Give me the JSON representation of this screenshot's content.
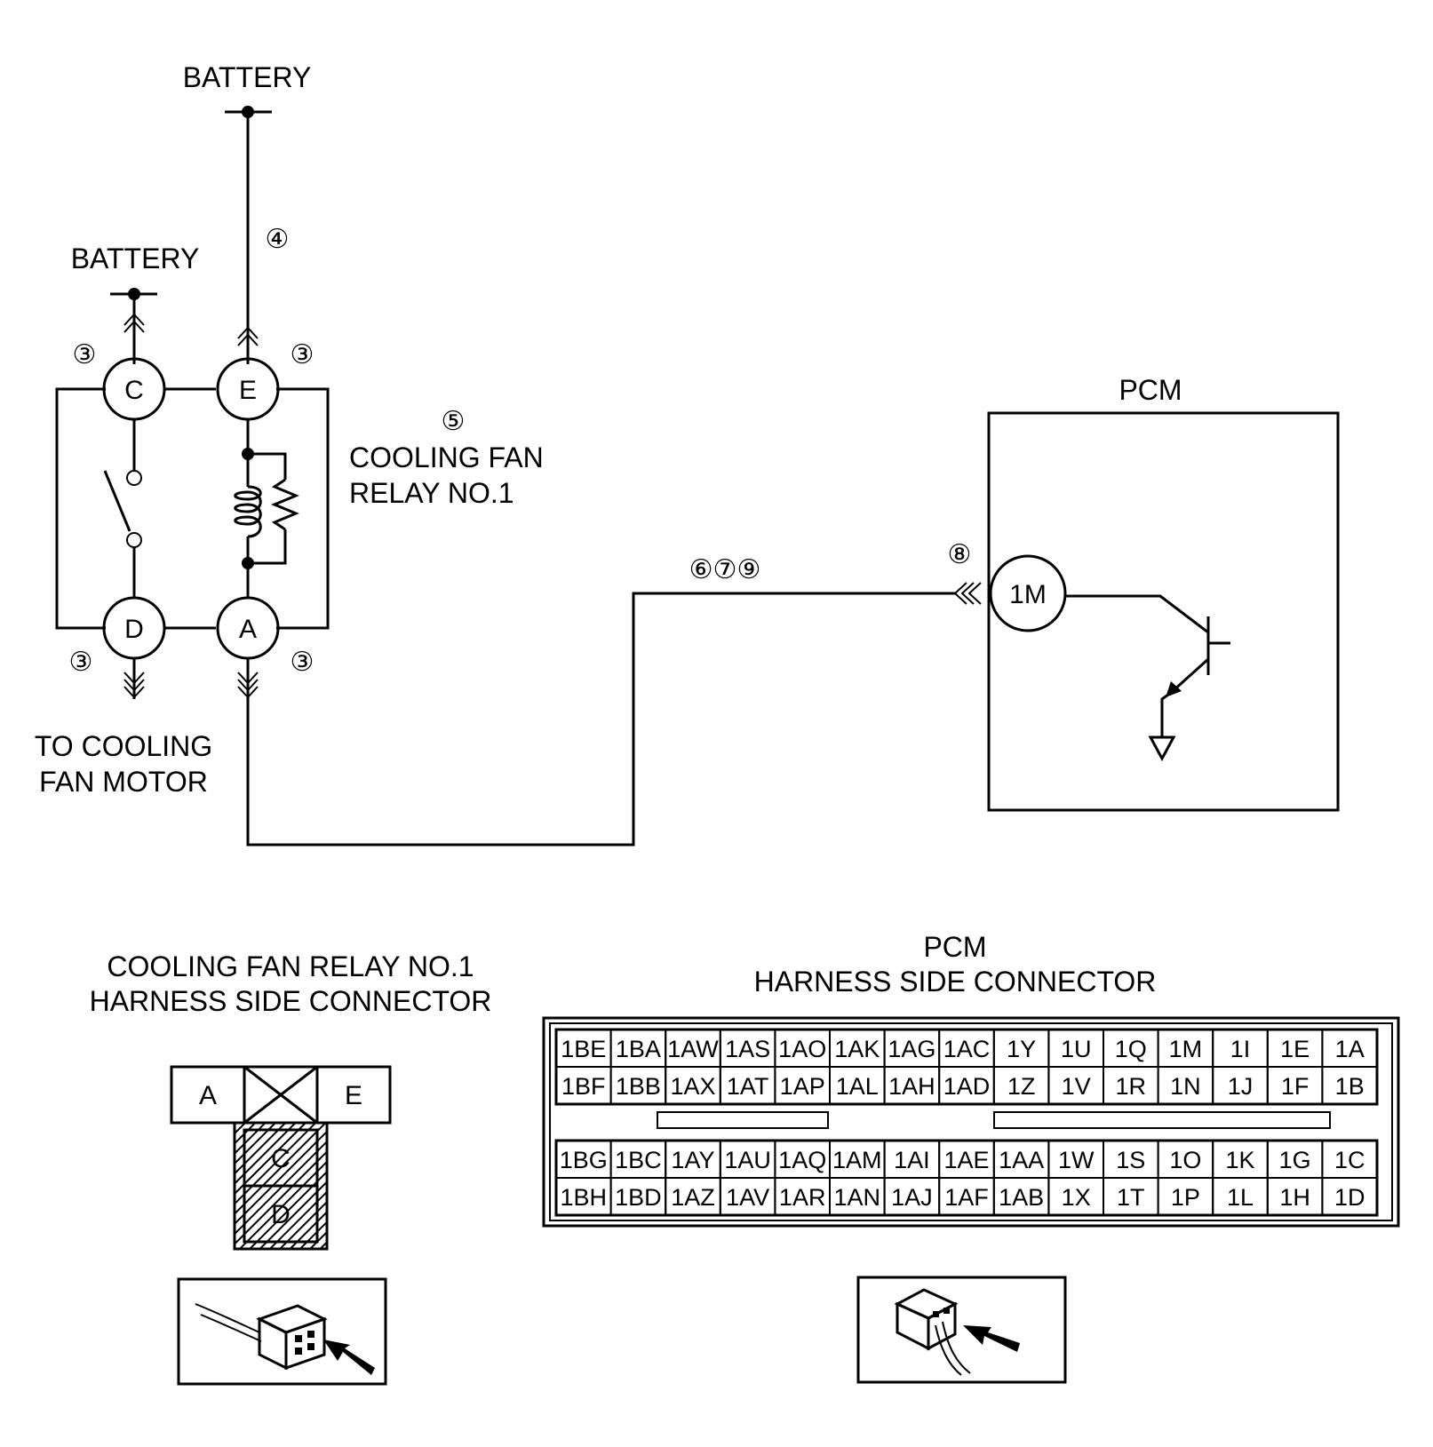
{
  "schematic": {
    "battery_top_label": "BATTERY",
    "battery_left_label": "BATTERY",
    "step_marks": {
      "battery_wire": "④",
      "terminal_c": "③",
      "terminal_e": "③",
      "terminal_d": "③",
      "terminal_a": "③",
      "relay": "⑤",
      "signal_wire": "⑥⑦⑨",
      "pcm_terminal": "⑧"
    },
    "relay_label_line1": "COOLING FAN",
    "relay_label_line2": "RELAY NO.1",
    "terminals": {
      "c": "C",
      "e": "E",
      "d": "D",
      "a": "A"
    },
    "to_motor_line1": "TO COOLING",
    "to_motor_line2": "FAN MOTOR",
    "pcm_title": "PCM",
    "pcm_terminal": "1M"
  },
  "relay_connector": {
    "title_line1": "COOLING FAN RELAY NO.1",
    "title_line2": "HARNESS SIDE CONNECTOR",
    "pin_a": "A",
    "pin_e": "E",
    "pin_c": "C",
    "pin_d": "D"
  },
  "pcm_connector": {
    "title_line1": "PCM",
    "title_line2": "HARNESS SIDE CONNECTOR",
    "upper_rows": [
      [
        "1BE",
        "1BA",
        "1AW",
        "1AS",
        "1AO",
        "1AK",
        "1AG",
        "1AC",
        "1Y",
        "1U",
        "1Q",
        "1M",
        "1I",
        "1E",
        "1A"
      ],
      [
        "1BF",
        "1BB",
        "1AX",
        "1AT",
        "1AP",
        "1AL",
        "1AH",
        "1AD",
        "1Z",
        "1V",
        "1R",
        "1N",
        "1J",
        "1F",
        "1B"
      ]
    ],
    "lower_rows": [
      [
        "1BG",
        "1BC",
        "1AY",
        "1AU",
        "1AQ",
        "1AM",
        "1AI",
        "1AE",
        "1AA",
        "1W",
        "1S",
        "1O",
        "1K",
        "1G",
        "1C"
      ],
      [
        "1BH",
        "1BD",
        "1AZ",
        "1AV",
        "1AR",
        "1AN",
        "1AJ",
        "1AF",
        "1AB",
        "1X",
        "1T",
        "1P",
        "1L",
        "1H",
        "1D"
      ]
    ]
  }
}
